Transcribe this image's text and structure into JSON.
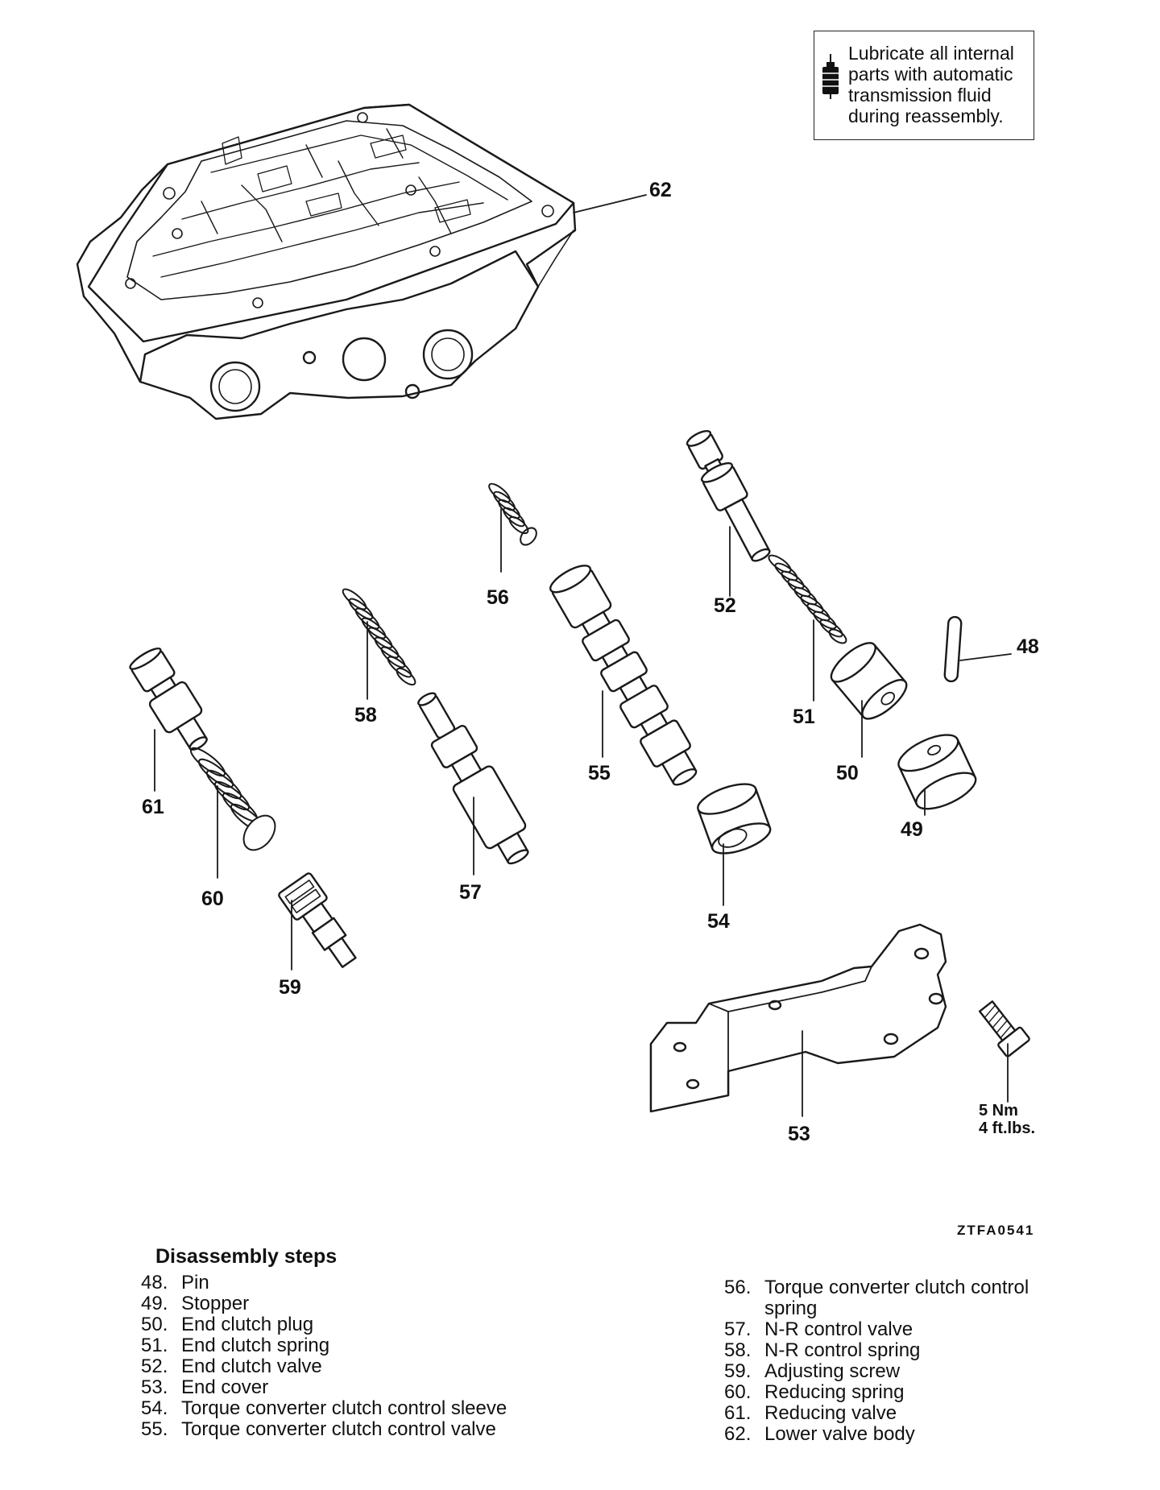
{
  "note": {
    "icon": "oil-can-icon",
    "text": "Lubricate all internal parts with automatic transmission fluid during reassembly."
  },
  "callouts": {
    "c48": "48",
    "c49": "49",
    "c50": "50",
    "c51": "51",
    "c52": "52",
    "c53": "53",
    "c54": "54",
    "c55": "55",
    "c56": "56",
    "c57": "57",
    "c58": "58",
    "c59": "59",
    "c60": "60",
    "c61": "61",
    "c62": "62"
  },
  "torque": {
    "nm": "5 Nm",
    "ftlbs": "4 ft.lbs."
  },
  "figure_id": "ZTFA0541",
  "disassembly": {
    "heading": "Disassembly steps",
    "left": [
      {
        "num": "48.",
        "text": "Pin"
      },
      {
        "num": "49.",
        "text": "Stopper"
      },
      {
        "num": "50.",
        "text": "End clutch plug"
      },
      {
        "num": "51.",
        "text": "End clutch spring"
      },
      {
        "num": "52.",
        "text": "End clutch valve"
      },
      {
        "num": "53.",
        "text": "End cover"
      },
      {
        "num": "54.",
        "text": "Torque converter clutch control sleeve"
      },
      {
        "num": "55.",
        "text": "Torque converter clutch control valve"
      }
    ],
    "right": [
      {
        "num": "56.",
        "text": "Torque converter clutch control spring"
      },
      {
        "num": "57.",
        "text": "N-R control valve"
      },
      {
        "num": "58.",
        "text": "N-R control spring"
      },
      {
        "num": "59.",
        "text": "Adjusting screw"
      },
      {
        "num": "60.",
        "text": "Reducing spring"
      },
      {
        "num": "61.",
        "text": "Reducing valve"
      },
      {
        "num": "62.",
        "text": "Lower valve body"
      }
    ]
  }
}
